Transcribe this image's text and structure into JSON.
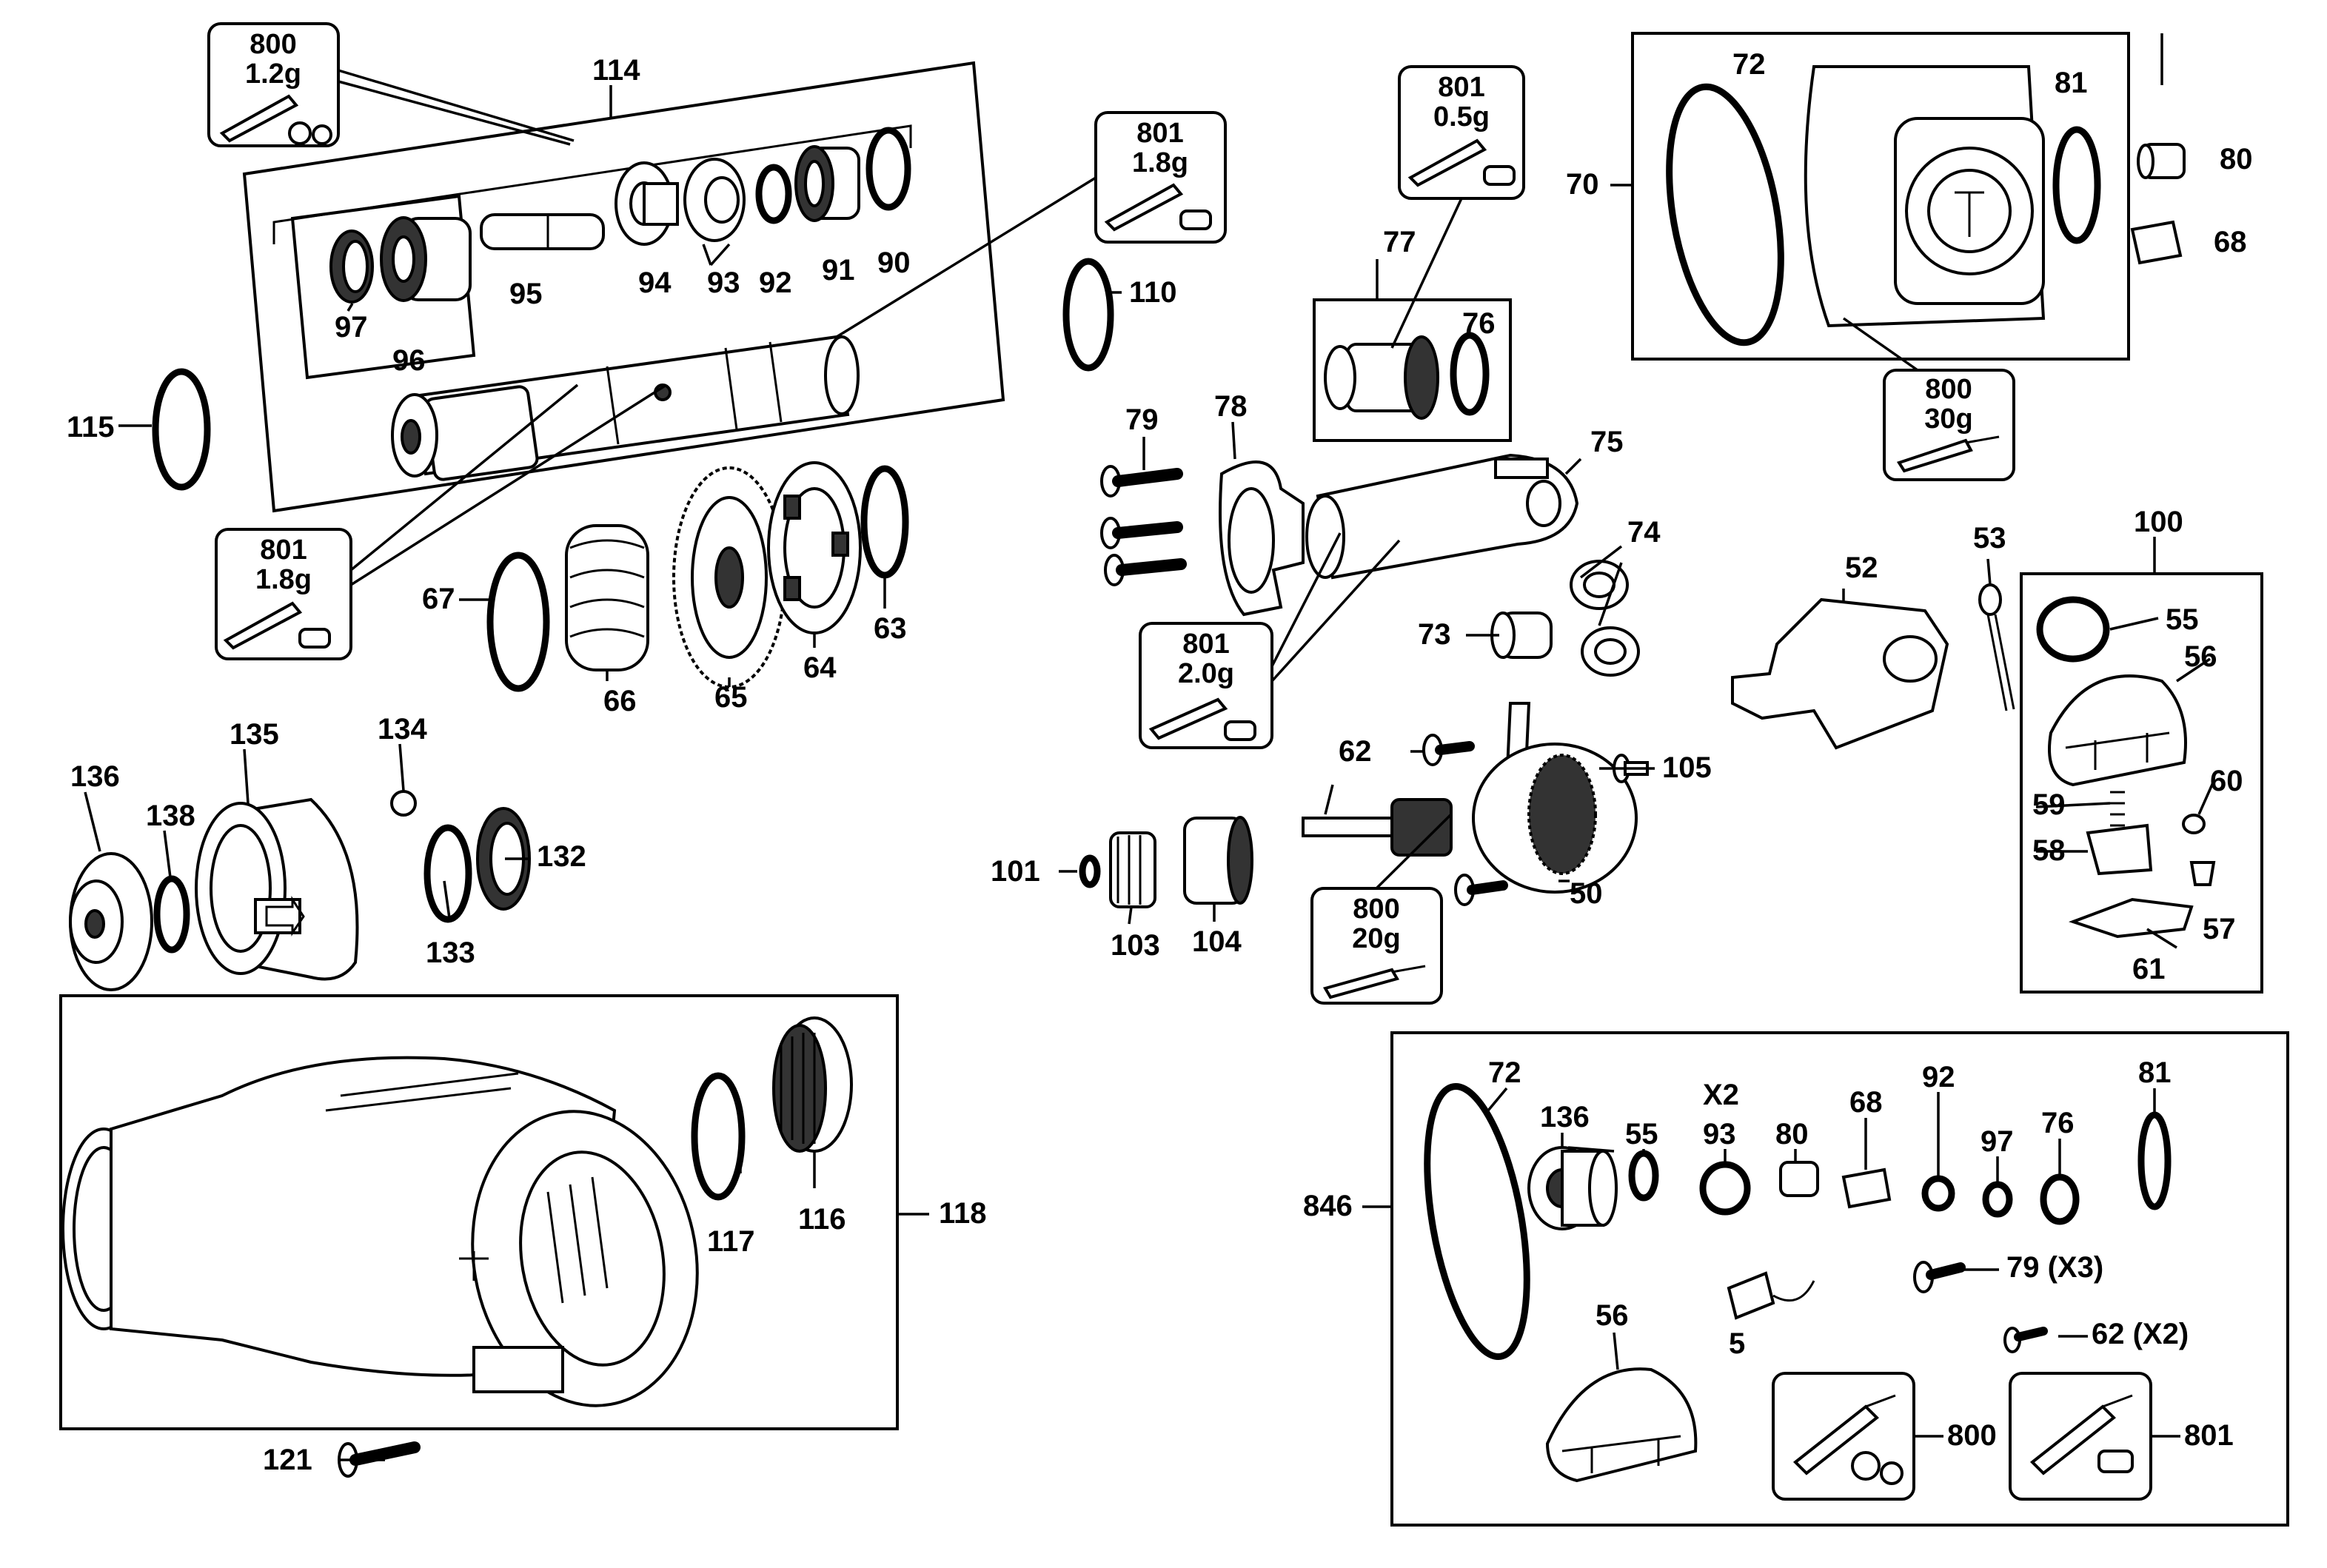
{
  "labels": {
    "l114": "114",
    "l97": "97",
    "l96": "96",
    "l95": "95",
    "l94": "94",
    "l93": "93",
    "l92": "92",
    "l91": "91",
    "l90": "90",
    "l110": "110",
    "l115": "115",
    "l67": "67",
    "l66": "66",
    "l65": "65",
    "l64": "64",
    "l63": "63",
    "l136": "136",
    "l138": "138",
    "l135": "135",
    "l134": "134",
    "l132": "132",
    "l133": "133",
    "l118": "118",
    "l117": "117",
    "l116": "116",
    "l121": "121",
    "l79": "79",
    "l78": "78",
    "l77": "77",
    "l76": "76",
    "l75": "75",
    "l74": "74",
    "l73": "73",
    "l62": "62",
    "l105": "105",
    "l101": "101",
    "l103": "103",
    "l104": "104",
    "l50": "50",
    "l70": "70",
    "l72": "72",
    "l81": "81",
    "l80": "80",
    "l68": "68",
    "l52": "52",
    "l53": "53",
    "l100": "100",
    "l55": "55",
    "l56": "56",
    "l59": "59",
    "l60": "60",
    "l58": "58",
    "l57": "57",
    "l61": "61",
    "l846": "846",
    "k72": "72",
    "k136": "136",
    "k55": "55",
    "kx2": "X2",
    "k93": "93",
    "k80": "80",
    "k68": "68",
    "k92": "92",
    "k97": "97",
    "k76": "76",
    "k81": "81",
    "k79": "79 (X3)",
    "k62": "62 (X2)",
    "k5": "5",
    "k56": "56",
    "k800": "800",
    "k801": "801"
  },
  "callouts": {
    "c1": {
      "id": "800",
      "amount": "1.2g"
    },
    "c2": {
      "id": "801",
      "amount": "1.8g"
    },
    "c3": {
      "id": "801",
      "amount": "1.8g"
    },
    "c4": {
      "id": "801",
      "amount": "0.5g"
    },
    "c5": {
      "id": "800",
      "amount": "30g"
    },
    "c6": {
      "id": "801",
      "amount": "2.0g"
    },
    "c7": {
      "id": "800",
      "amount": "20g"
    }
  }
}
